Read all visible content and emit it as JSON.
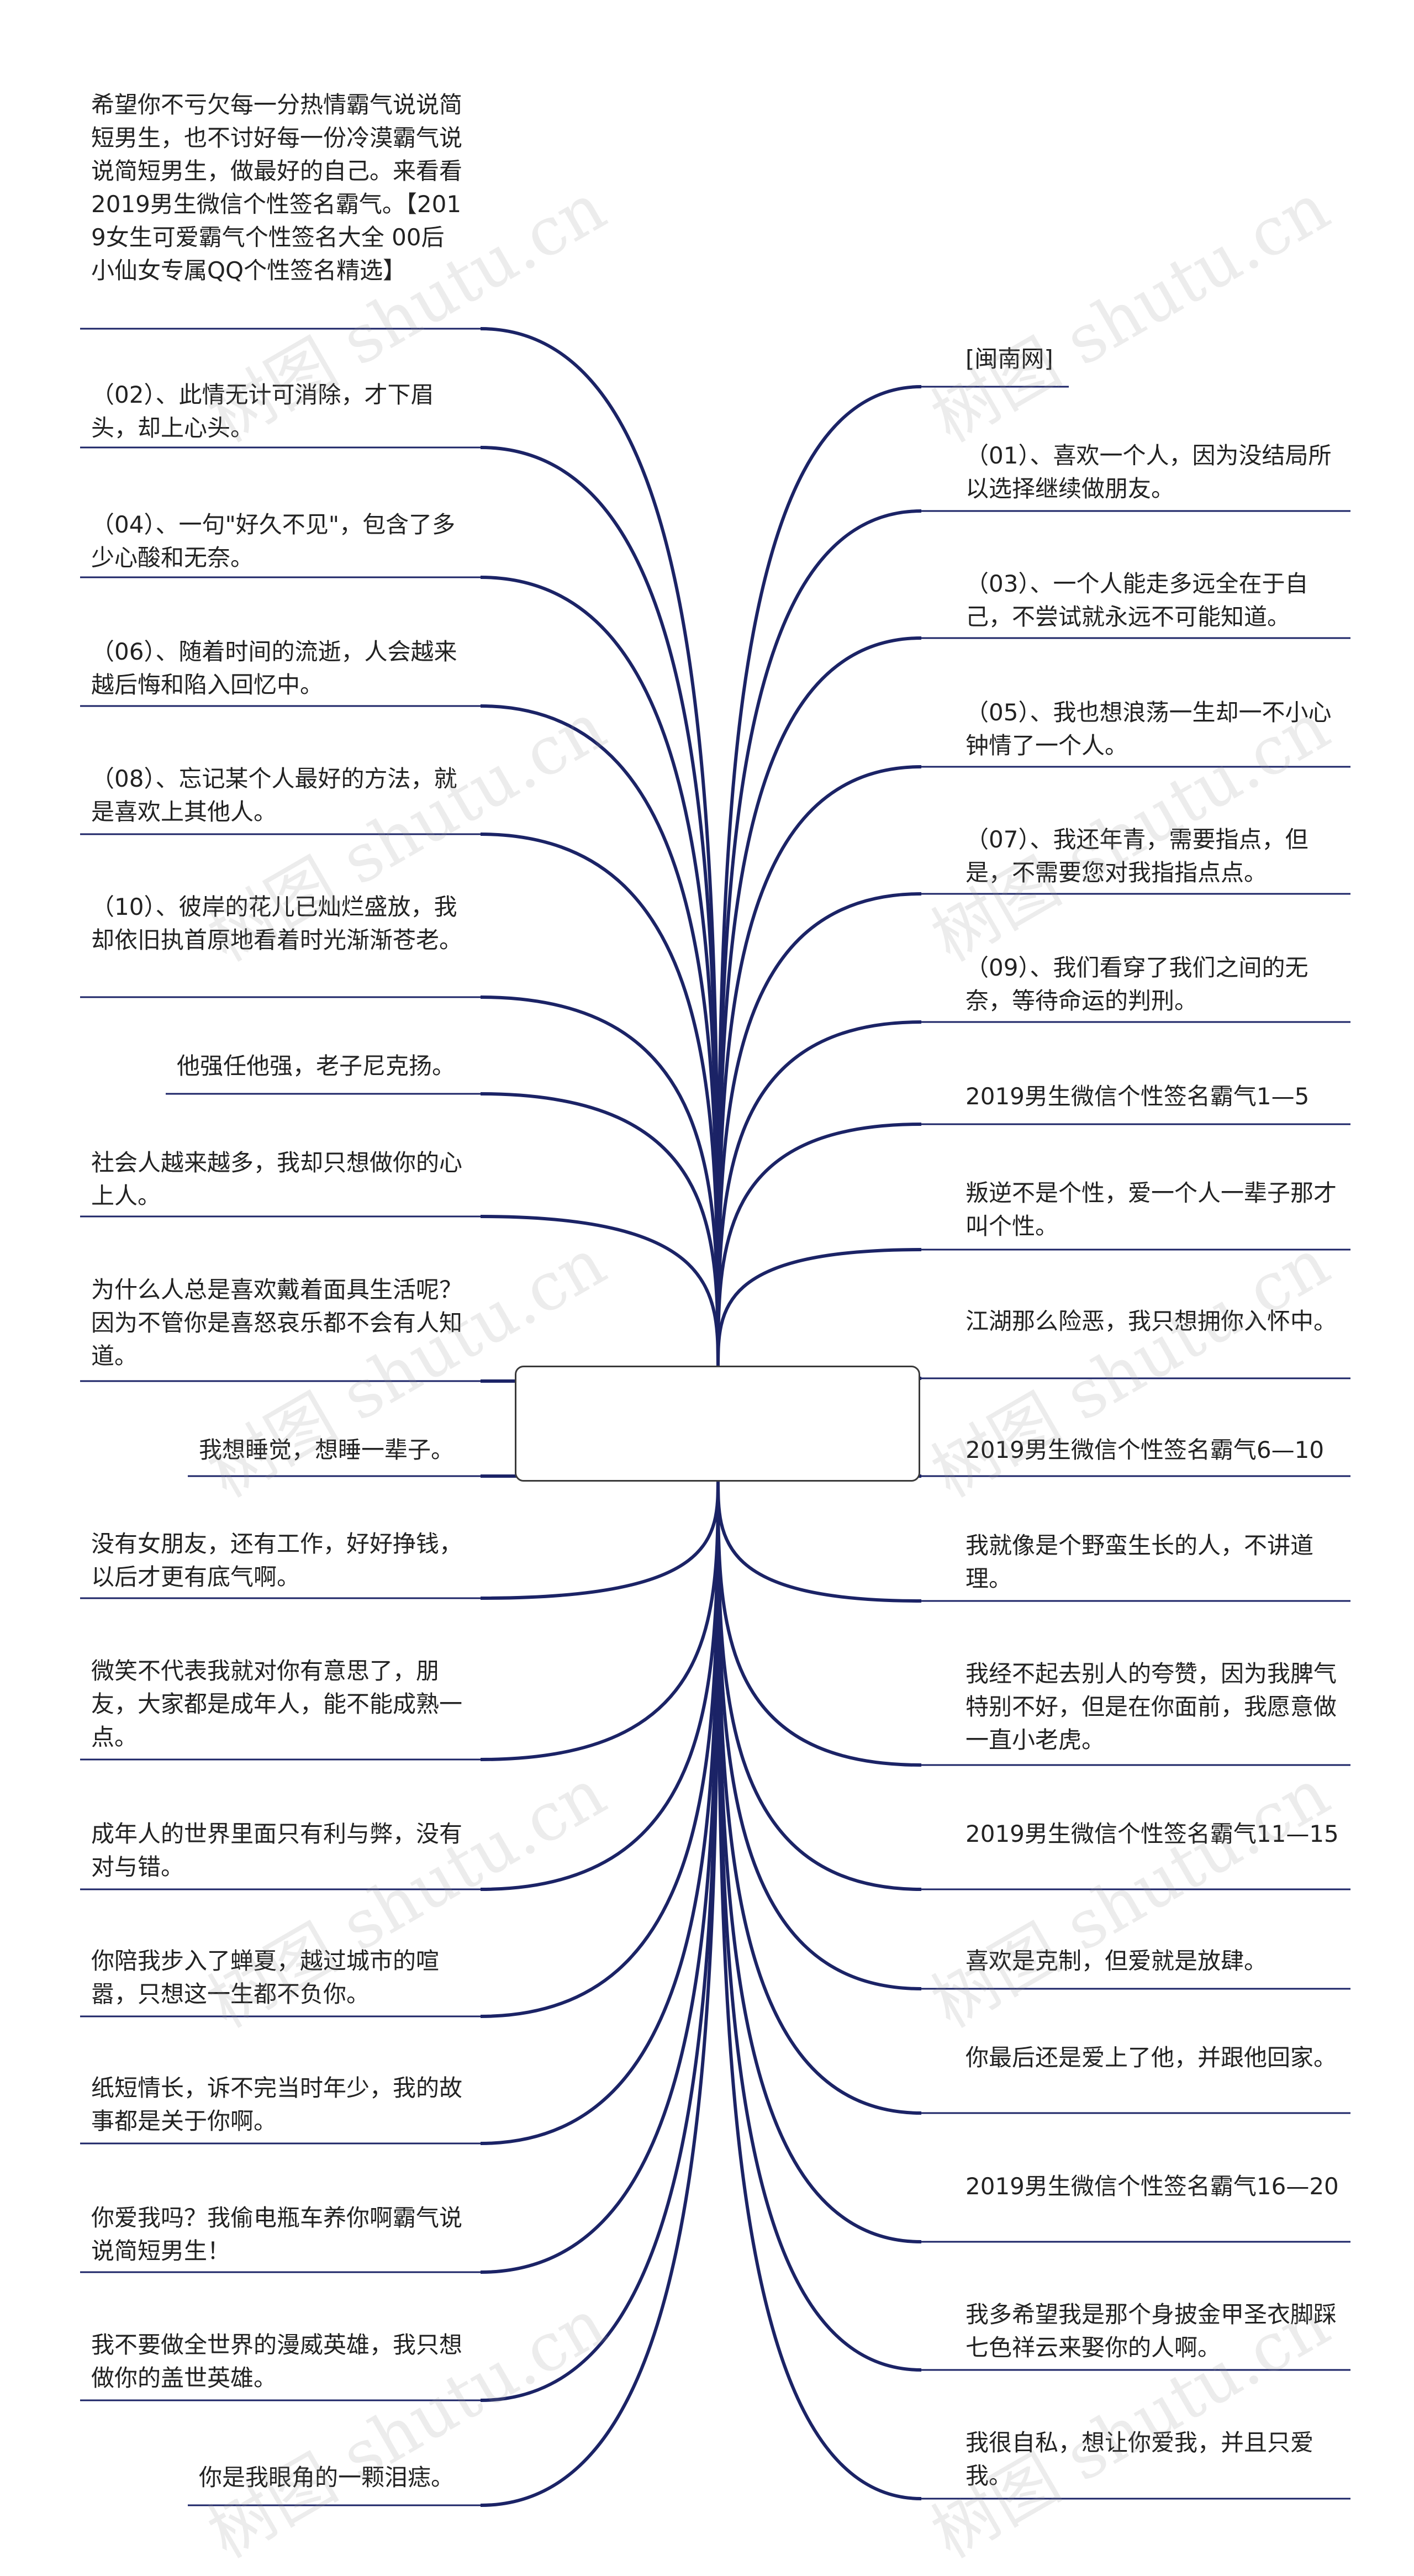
{
  "colors": {
    "link": "#1b2366",
    "underline": "#1b2366",
    "text": "#222222",
    "center_border": "#3a3a3a",
    "watermark": "#969696"
  },
  "center": {
    "label": ""
  },
  "watermark_text": "树图 shutu.cn",
  "left_nodes": [
    {
      "id": "l0",
      "text": "希望你不亏欠每一分热情霸气说说简短男生，也不讨好每一份冷漠霸气说说简短男生，做最好的自己。来看看2019男生微信个性签名霸气。【2019女生可爱霸气个性签名大全 00后小仙女专属QQ个性签名精选】"
    },
    {
      "id": "l1",
      "text": "（02）、此情无计可消除，才下眉头，却上心头。"
    },
    {
      "id": "l2",
      "text": "（04）、一句\"好久不见\"，包含了多少心酸和无奈。"
    },
    {
      "id": "l3",
      "text": "（06）、随着时间的流逝，人会越来越后悔和陷入回忆中。"
    },
    {
      "id": "l4",
      "text": "（08）、忘记某个人最好的方法，就是喜欢上其他人。"
    },
    {
      "id": "l5",
      "text": "（10）、彼岸的花儿已灿烂盛放，我却依旧执首原地看着时光渐渐苍老。"
    },
    {
      "id": "l6",
      "text": "他强任他强，老子尼克扬。"
    },
    {
      "id": "l7",
      "text": "社会人越来越多，我却只想做你的心上人。"
    },
    {
      "id": "l8",
      "text": "为什么人总是喜欢戴着面具生活呢？因为不管你是喜怒哀乐都不会有人知道。"
    },
    {
      "id": "l9",
      "text": "我想睡觉，想睡一辈子。"
    },
    {
      "id": "l10",
      "text": "没有女朋友，还有工作，好好挣钱，以后才更有底气啊。"
    },
    {
      "id": "l11",
      "text": "微笑不代表我就对你有意思了，朋友，大家都是成年人，能不能成熟一点。"
    },
    {
      "id": "l12",
      "text": "成年人的世界里面只有利与弊，没有对与错。"
    },
    {
      "id": "l13",
      "text": "你陪我步入了蝉夏，越过城市的喧嚣，只想这一生都不负你。"
    },
    {
      "id": "l14",
      "text": "纸短情长，诉不完当时年少，我的故事都是关于你啊。"
    },
    {
      "id": "l15",
      "text": "你爱我吗？我偷电瓶车养你啊霸气说说简短男生！"
    },
    {
      "id": "l16",
      "text": "我不要做全世界的漫威英雄，我只想做你的盖世英雄。"
    },
    {
      "id": "l17",
      "text": "你是我眼角的一颗泪痣。"
    }
  ],
  "right_nodes": [
    {
      "id": "r0",
      "text": "[闽南网]"
    },
    {
      "id": "r1",
      "text": "（01）、喜欢一个人，因为没结局所以选择继续做朋友。"
    },
    {
      "id": "r2",
      "text": "（03）、一个人能走多远全在于自己，不尝试就永远不可能知道。"
    },
    {
      "id": "r3",
      "text": "（05）、我也想浪荡一生却一不小心钟情了一个人。"
    },
    {
      "id": "r4",
      "text": "（07）、我还年青，需要指点，但是，不需要您对我指指点点。"
    },
    {
      "id": "r5",
      "text": "（09）、我们看穿了我们之间的无奈，等待命运的判刑。"
    },
    {
      "id": "r6",
      "text": "2019男生微信个性签名霸气1—5"
    },
    {
      "id": "r7",
      "text": "叛逆不是个性，爱一个人一辈子那才叫个性。"
    },
    {
      "id": "r8",
      "text": "江湖那么险恶，我只想拥你入怀中。"
    },
    {
      "id": "r9",
      "text": "2019男生微信个性签名霸气6—10"
    },
    {
      "id": "r10",
      "text": "我就像是个野蛮生长的人，不讲道理。"
    },
    {
      "id": "r11",
      "text": "我经不起去别人的夸赞，因为我脾气特别不好，但是在你面前，我愿意做一直小老虎。"
    },
    {
      "id": "r12",
      "text": "2019男生微信个性签名霸气11—15"
    },
    {
      "id": "r13",
      "text": "喜欢是克制，但爱就是放肆。"
    },
    {
      "id": "r14",
      "text": "你最后还是爱上了他，并跟他回家。"
    },
    {
      "id": "r15",
      "text": "2019男生微信个性签名霸气16—20"
    },
    {
      "id": "r16",
      "text": "我多希望我是那个身披金甲圣衣脚踩七色祥云来娶你的人啊。"
    },
    {
      "id": "r17",
      "text": "我很自私，想让你爱我，并且只爱我。"
    }
  ]
}
